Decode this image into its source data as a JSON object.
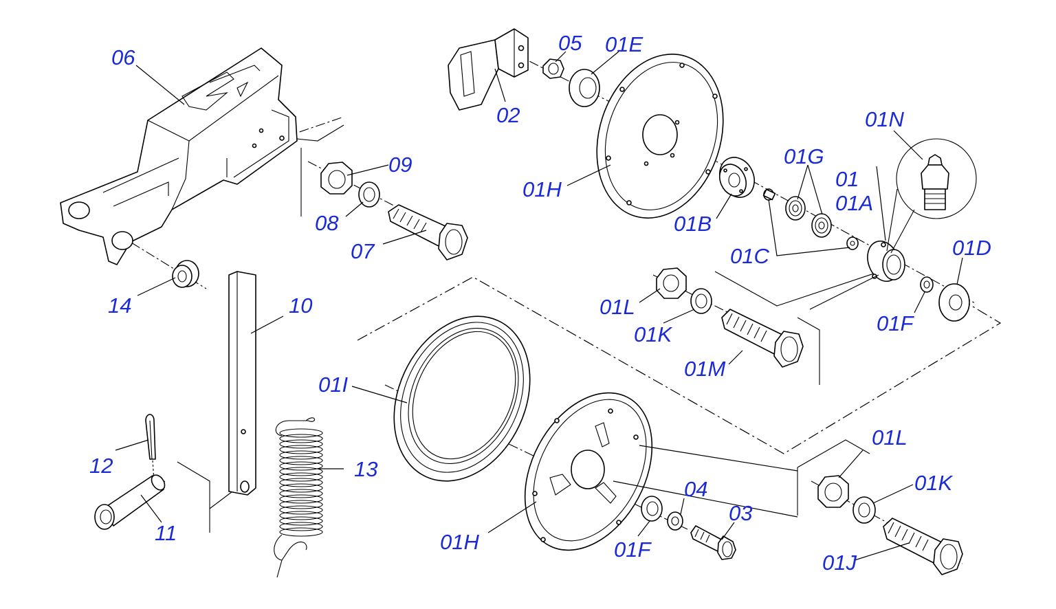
{
  "diagram": {
    "label_color": "#1a2ad6",
    "line_color": "#000000",
    "parts": [
      {
        "id": "06",
        "label": "06"
      },
      {
        "id": "05",
        "label": "05"
      },
      {
        "id": "01E",
        "label": "01E"
      },
      {
        "id": "02",
        "label": "02"
      },
      {
        "id": "01N",
        "label": "01N"
      },
      {
        "id": "01G",
        "label": "01G"
      },
      {
        "id": "01",
        "label": "01"
      },
      {
        "id": "01A",
        "label": "01A"
      },
      {
        "id": "09",
        "label": "09"
      },
      {
        "id": "01H_top",
        "label": "01H"
      },
      {
        "id": "08",
        "label": "08"
      },
      {
        "id": "01B",
        "label": "01B"
      },
      {
        "id": "07",
        "label": "07"
      },
      {
        "id": "01D",
        "label": "01D"
      },
      {
        "id": "01C",
        "label": "01C"
      },
      {
        "id": "14",
        "label": "14"
      },
      {
        "id": "10",
        "label": "10"
      },
      {
        "id": "01L_top",
        "label": "01L"
      },
      {
        "id": "01F_top",
        "label": "01F"
      },
      {
        "id": "01K_top",
        "label": "01K"
      },
      {
        "id": "01M",
        "label": "01M"
      },
      {
        "id": "01I",
        "label": "01I"
      },
      {
        "id": "01L_bot",
        "label": "01L"
      },
      {
        "id": "12",
        "label": "12"
      },
      {
        "id": "13",
        "label": "13"
      },
      {
        "id": "01K_bot",
        "label": "01K"
      },
      {
        "id": "04",
        "label": "04"
      },
      {
        "id": "03",
        "label": "03"
      },
      {
        "id": "11",
        "label": "11"
      },
      {
        "id": "01H_bot",
        "label": "01H"
      },
      {
        "id": "01F_bot",
        "label": "01F"
      },
      {
        "id": "01J",
        "label": "01J"
      }
    ]
  }
}
